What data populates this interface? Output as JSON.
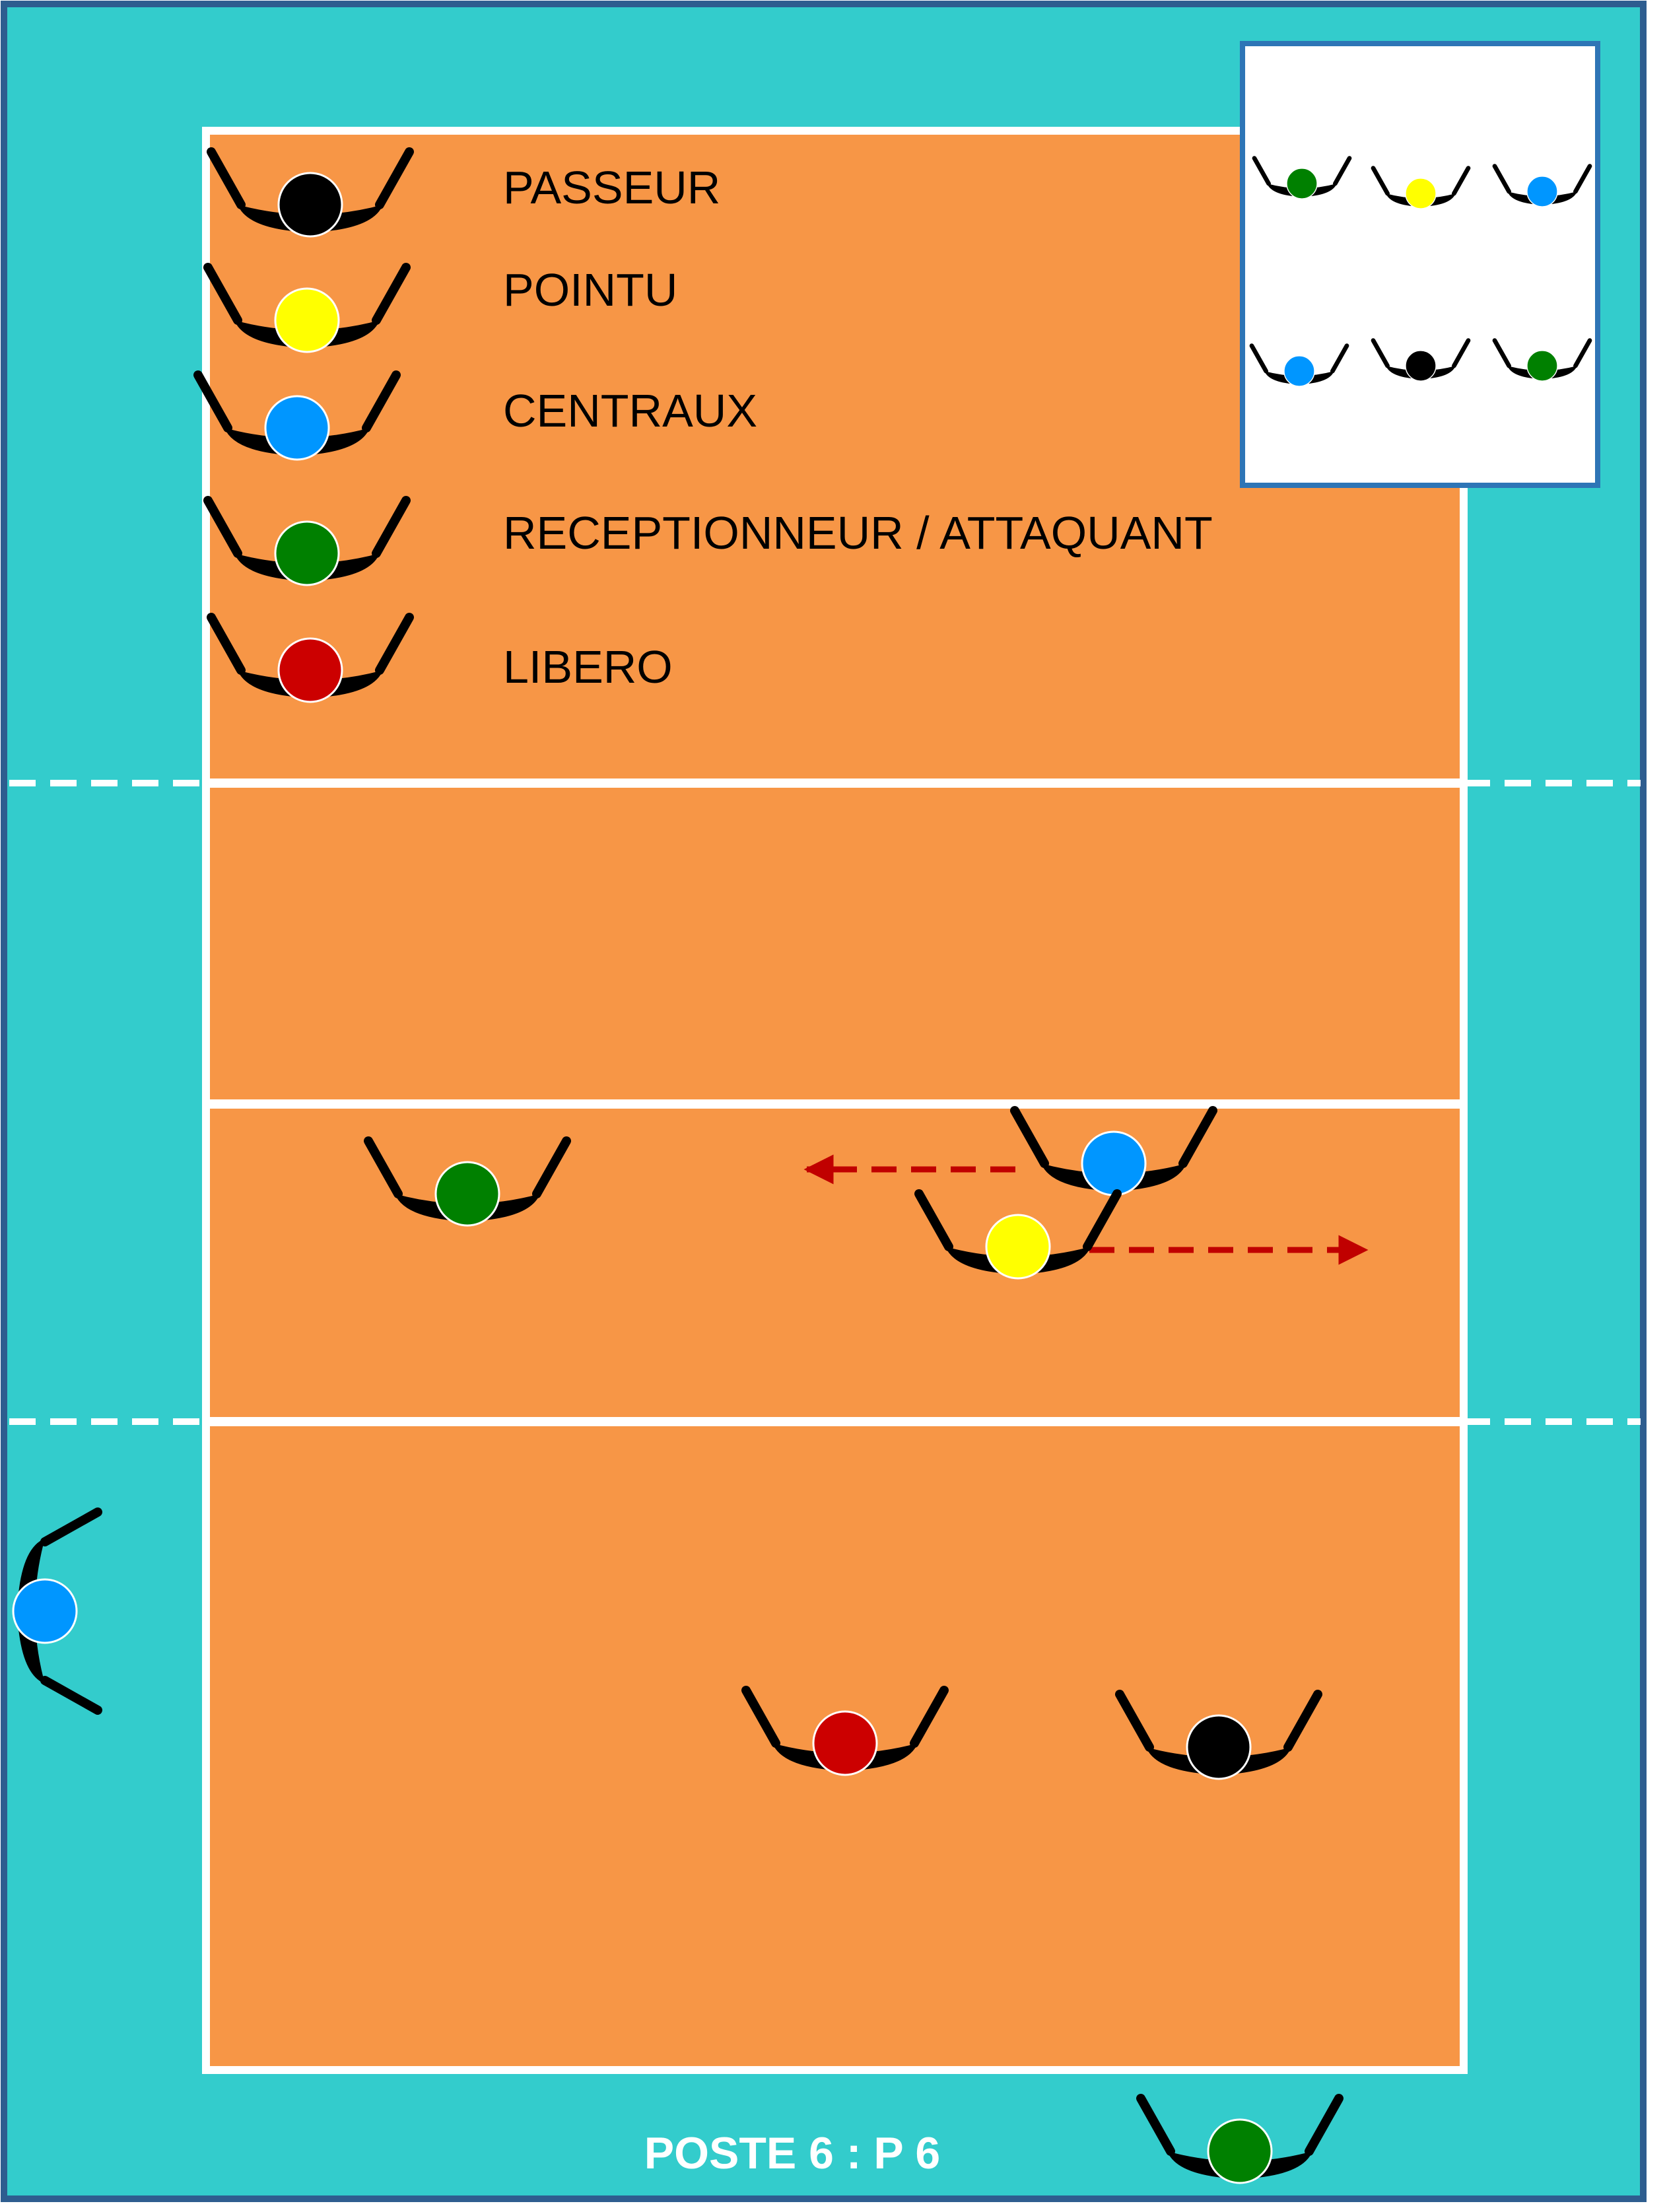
{
  "colors": {
    "frame": "#33cccc",
    "court": "#f79646",
    "lines": "#ffffff",
    "arrow": "#c00000",
    "passeur": "#000000",
    "pointu": "#ffff00",
    "centraux": "#0096ff",
    "receptionneur_attaquant": "#008000",
    "libero": "#cc0000"
  },
  "legend": [
    {
      "role": "passeur",
      "label": "PASSEUR",
      "color": "#000000"
    },
    {
      "role": "pointu",
      "label": "POINTU",
      "color": "#ffff00"
    },
    {
      "role": "centraux",
      "label": "CENTRAUX",
      "color": "#0096ff"
    },
    {
      "role": "receptionneur_attaquant",
      "label": "RECEPTIONNEUR / ATTAQUANT",
      "color": "#008000"
    },
    {
      "role": "libero",
      "label": "LIBERO",
      "color": "#cc0000"
    }
  ],
  "rotation_inset": {
    "front_row": [
      "receptionneur_attaquant",
      "pointu",
      "centraux"
    ],
    "back_row": [
      "centraux",
      "passeur",
      "receptionneur_attaquant"
    ]
  },
  "players_on_court": [
    "receptionneur_attaquant",
    "centraux",
    "pointu",
    "libero",
    "passeur"
  ],
  "players_off_court": [
    "centraux",
    "receptionneur_attaquant"
  ],
  "movements": [
    "centraux moves left",
    "pointu moves right"
  ],
  "caption": "POSTE 6 : P 6"
}
